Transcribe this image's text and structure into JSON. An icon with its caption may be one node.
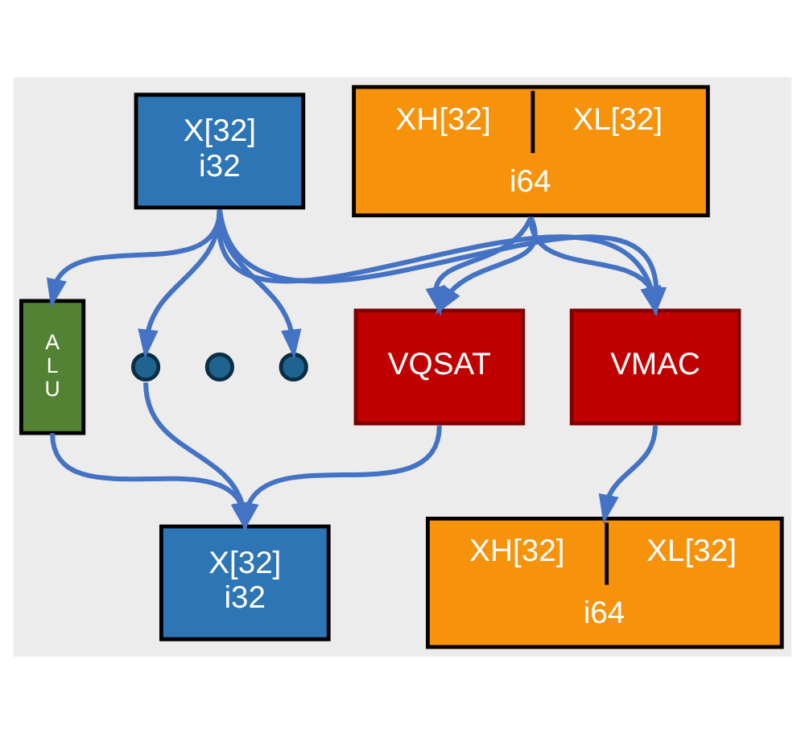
{
  "diagram": {
    "nodes": [
      {
        "text": [
          "X[32]",
          "i32"
        ]
      },
      {
        "text": [
          "XH[32]",
          "XL[32]",
          "i64"
        ]
      },
      {
        "text": [
          "A L U"
        ]
      },
      {
        "text": [],
        "shape": "circle"
      },
      {
        "text": [],
        "shape": "circle"
      },
      {
        "text": [],
        "shape": "circle"
      },
      {
        "text": [
          "VQSAT"
        ]
      },
      {
        "text": [
          "VMAC"
        ]
      },
      {
        "text": [
          "X[32]",
          "i32"
        ]
      },
      {
        "text": [
          "XH[32]",
          "XL[32]",
          "i64"
        ]
      }
    ],
    "edges": [
      {
        "from": 0,
        "to": 2,
        "arrow": "to"
      },
      {
        "from": 0,
        "to": 3,
        "arrow": "to"
      },
      {
        "from": 0,
        "to": 5,
        "arrow": "to"
      },
      {
        "from": 0,
        "to": 7,
        "arrow": "to"
      },
      {
        "from": 0,
        "to": 7,
        "arrow": "to"
      },
      {
        "from": 1,
        "to": 6,
        "arrow": "to"
      },
      {
        "from": 1,
        "to": 6,
        "arrow": "to"
      },
      {
        "from": 1,
        "to": 7,
        "arrow": "to"
      },
      {
        "from": 2,
        "to": 8,
        "arrow": "to"
      },
      {
        "from": 3,
        "to": 8,
        "arrow": "to"
      },
      {
        "from": 6,
        "to": 8,
        "arrow": "to"
      },
      {
        "from": 7,
        "to": 9,
        "arrow": "to"
      }
    ]
  }
}
